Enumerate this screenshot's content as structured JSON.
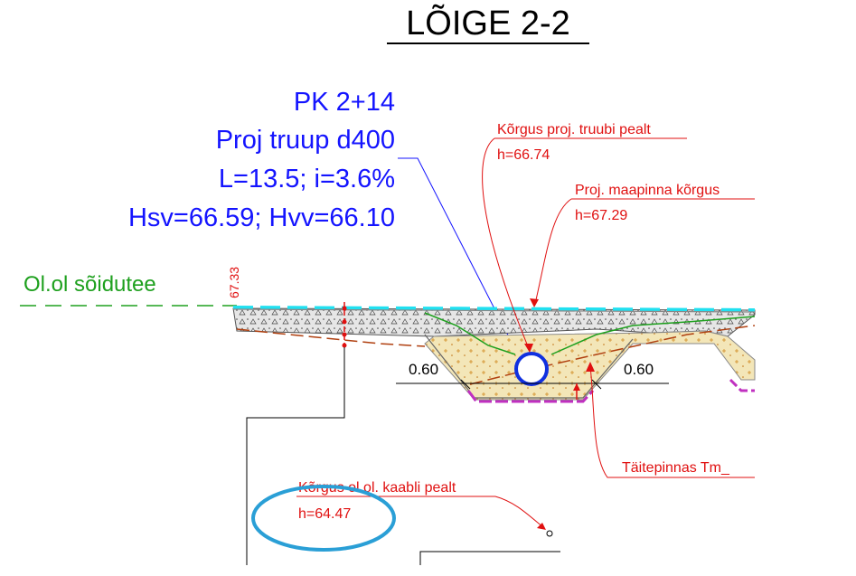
{
  "title": "LÕIGE 2-2",
  "pk_block": {
    "line1": "PK 2+14",
    "line2": "Proj truup d400",
    "line3": "L=13.5; i=3.6%",
    "line4": "Hsv=66.59; Hvv=66.10"
  },
  "road_label": "Ol.ol sõidutee",
  "vertical_elevation": "67.33",
  "callouts": {
    "truup_top": {
      "label": "Kõrgus proj. truubi pealt",
      "value": "h=66.74"
    },
    "ground": {
      "label": "Proj. maapinna kõrgus",
      "value": "h=67.29"
    },
    "fill": {
      "label": "Täitepinnas Tm_"
    },
    "cable": {
      "label": "Kõrgus ol.ol. kaabli pealt",
      "value": "h=64.47"
    }
  },
  "dimensions": {
    "left": "0.60",
    "right": "0.60"
  },
  "colors": {
    "title": "#000000",
    "pk_text": "#1414ff",
    "road_green": "#1ea01e",
    "callout_red": "#e01010",
    "cable_ellipse": "#2a9fd6",
    "surface_cyan": "#20e0f0",
    "pipe_blue": "#1030e0",
    "fill_yellow": "#f3e6b8",
    "geotextile_magenta": "#c030c0"
  }
}
